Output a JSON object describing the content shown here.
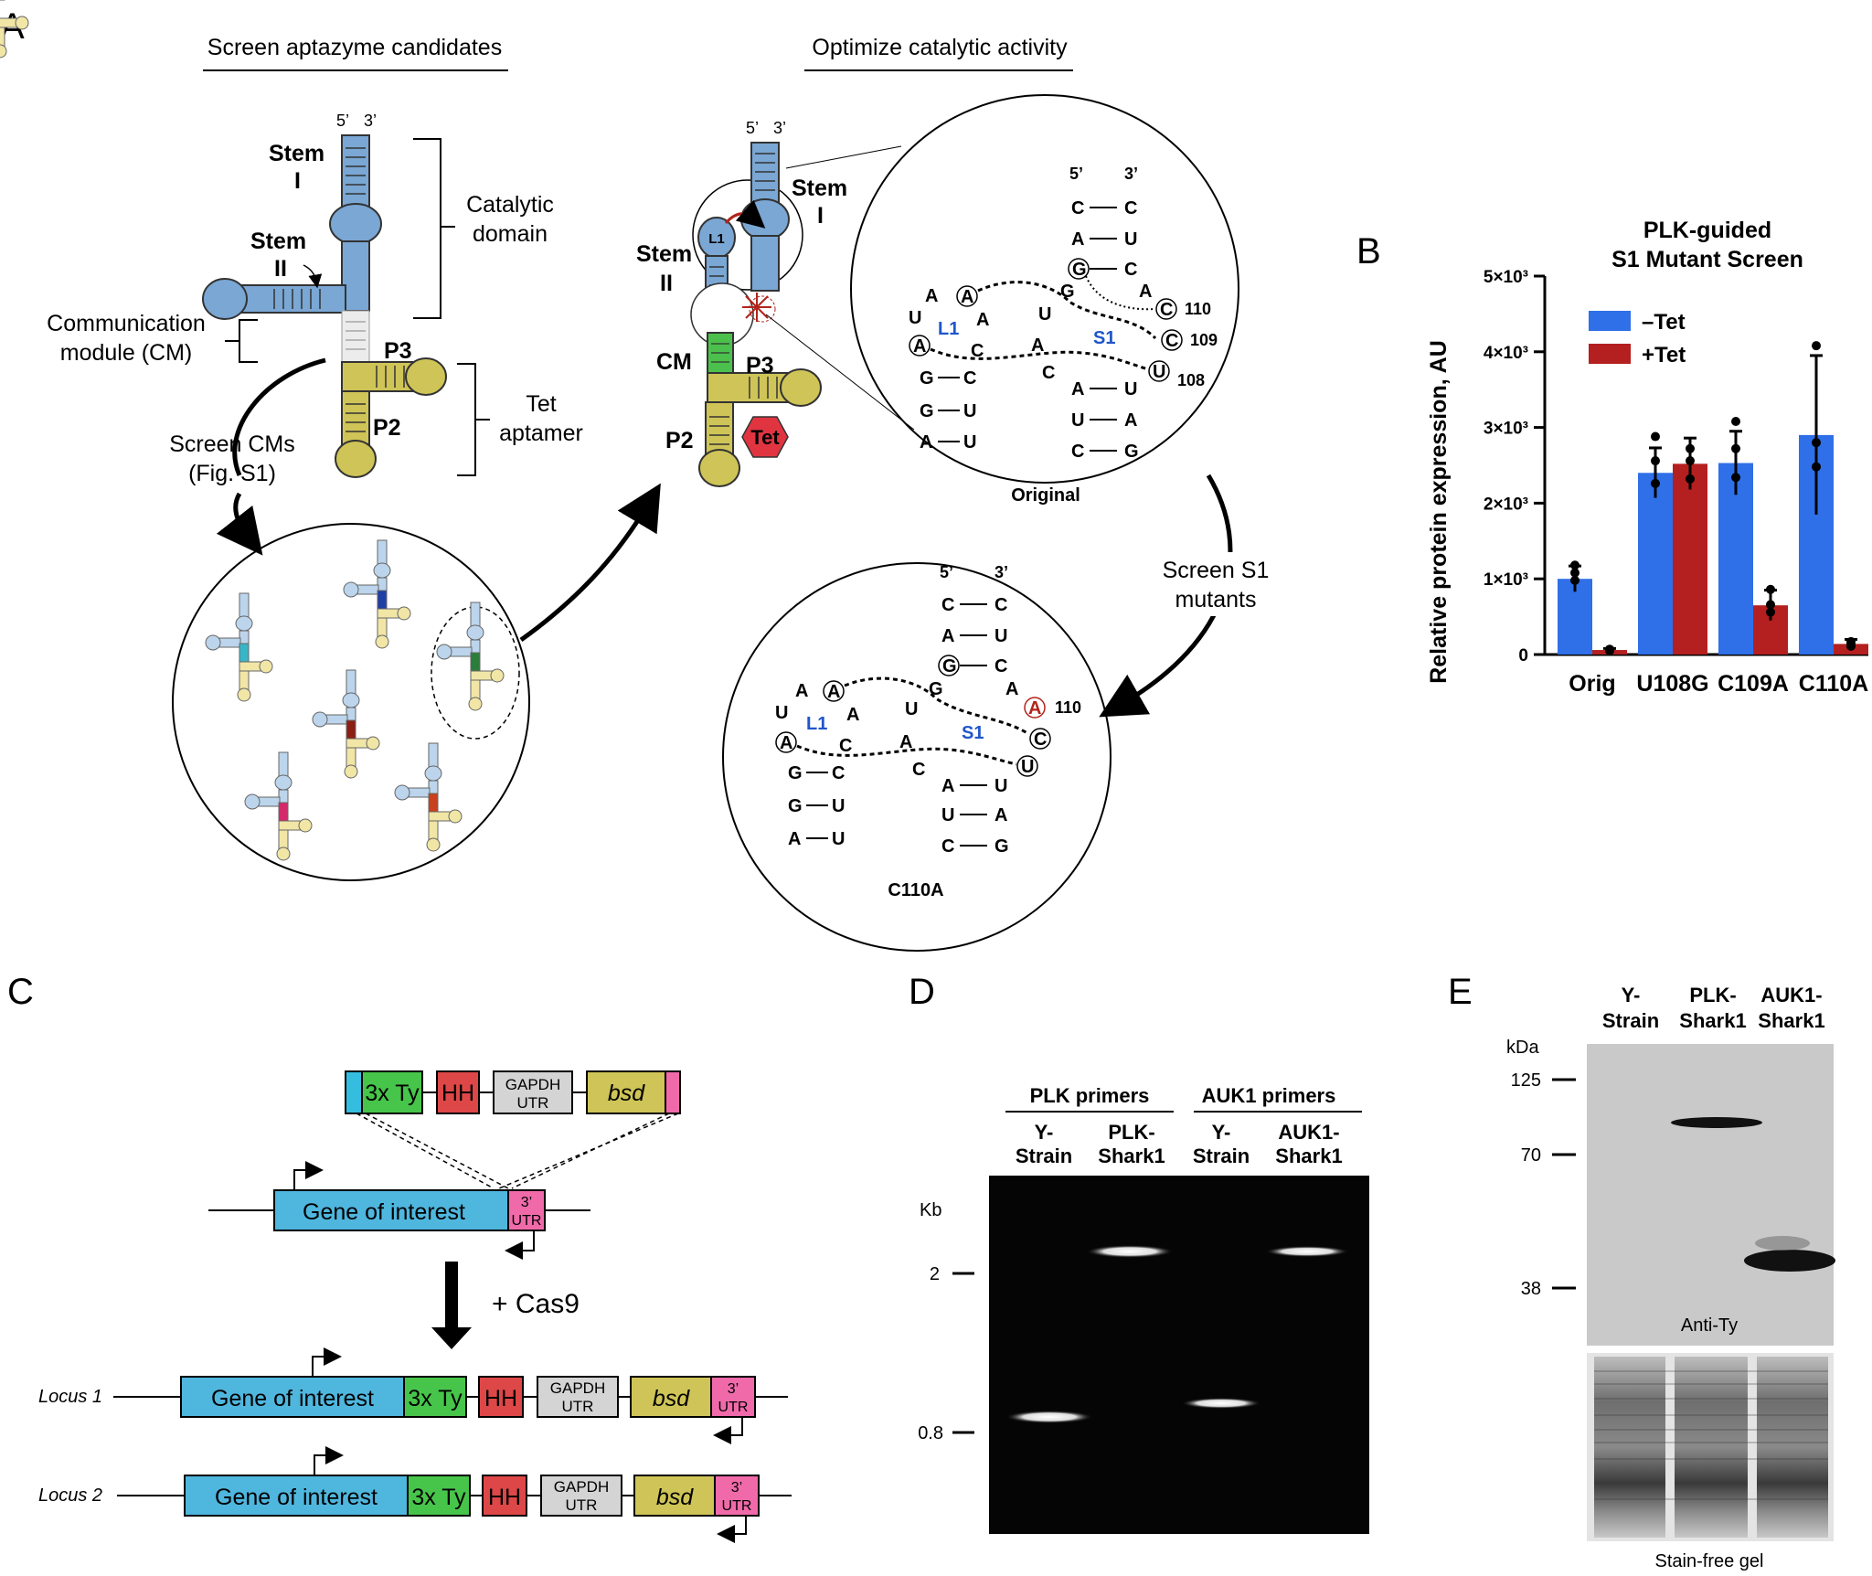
{
  "panels": {
    "a": "A",
    "b": "B",
    "c": "C",
    "d": "D",
    "e": "E"
  },
  "panelA": {
    "heading_left": "Screen aptazyme candidates",
    "heading_right": "Optimize catalytic activity",
    "five_prime": "5’",
    "three_prime": "3’",
    "stem1": "Stem",
    "stem1_num": "I",
    "stem2": "Stem",
    "stem2_num": "II",
    "catalytic1": "Catalytic",
    "catalytic2": "domain",
    "comm1": "Communication",
    "comm2": "module (CM)",
    "p3": "P3",
    "p2": "P2",
    "tet1": "Tet",
    "tet2": "aptamer",
    "screen_cms1": "Screen CMs",
    "screen_cms2": "(Fig. S1)",
    "cm": "CM",
    "tet_label": "Tet",
    "l1": "L1",
    "original_label": "Original",
    "c110a_label": "C110A",
    "s1": "S1",
    "screen_s1_1": "Screen S1",
    "screen_s1_2": "mutants",
    "n110": "110",
    "n109": "109",
    "n108": "108"
  },
  "panelB": {
    "title1": "PLK-guided",
    "title2": "S1 Mutant Screen",
    "ylabel": "Relative protein expression, AU",
    "legend_minus": "–Tet",
    "legend_plus": "+Tet",
    "ytick_labels": [
      "0",
      "1×10³",
      "2×10³",
      "3×10³",
      "4×10³",
      "5×10³"
    ]
  },
  "chart_data": {
    "type": "bar",
    "title": "PLK-guided S1 Mutant Screen",
    "xlabel": "",
    "ylabel": "Relative protein expression, AU",
    "categories": [
      "Orig",
      "U108G",
      "C109A",
      "C110A"
    ],
    "ylim": [
      0,
      5000
    ],
    "legend": "top-left",
    "series": [
      {
        "name": "–Tet",
        "color": "#2f6fe8",
        "values": [
          1000,
          2400,
          2530,
          2900
        ],
        "errors": [
          170,
          330,
          420,
          1050
        ]
      },
      {
        "name": "+Tet",
        "color": "#b41f1f",
        "values": [
          60,
          2520,
          650,
          140
        ],
        "errors": [
          20,
          340,
          200,
          60
        ]
      }
    ]
  },
  "panelC": {
    "ty": "3x Ty",
    "hh": "HH",
    "gapdh1": "GAPDH",
    "gapdh2": "UTR",
    "bsd": "bsd",
    "goi": "Gene of interest",
    "utr_top": "3’",
    "utr_bot": "UTR",
    "cas9": "+ Cas9",
    "locus1": "Locus 1",
    "locus2": "Locus 2"
  },
  "panelD": {
    "plk_primers": "PLK primers",
    "auk1_primers": "AUK1 primers",
    "lanes": [
      [
        "Y-",
        "Strain"
      ],
      [
        "PLK-",
        "Shark1"
      ],
      [
        "Y-",
        "Strain"
      ],
      [
        "AUK1-",
        "Shark1"
      ]
    ],
    "kb": "Kb",
    "marker_2": "2",
    "marker_08": "0.8"
  },
  "panelE": {
    "lanes": [
      [
        "Y-",
        "Strain"
      ],
      [
        "PLK-",
        "Shark1"
      ],
      [
        "AUK1-",
        "Shark1"
      ]
    ],
    "kda": "kDa",
    "m125": "125",
    "m70": "70",
    "m38": "38",
    "anti_ty": "Anti-Ty",
    "stain_free": "Stain-free gel"
  }
}
